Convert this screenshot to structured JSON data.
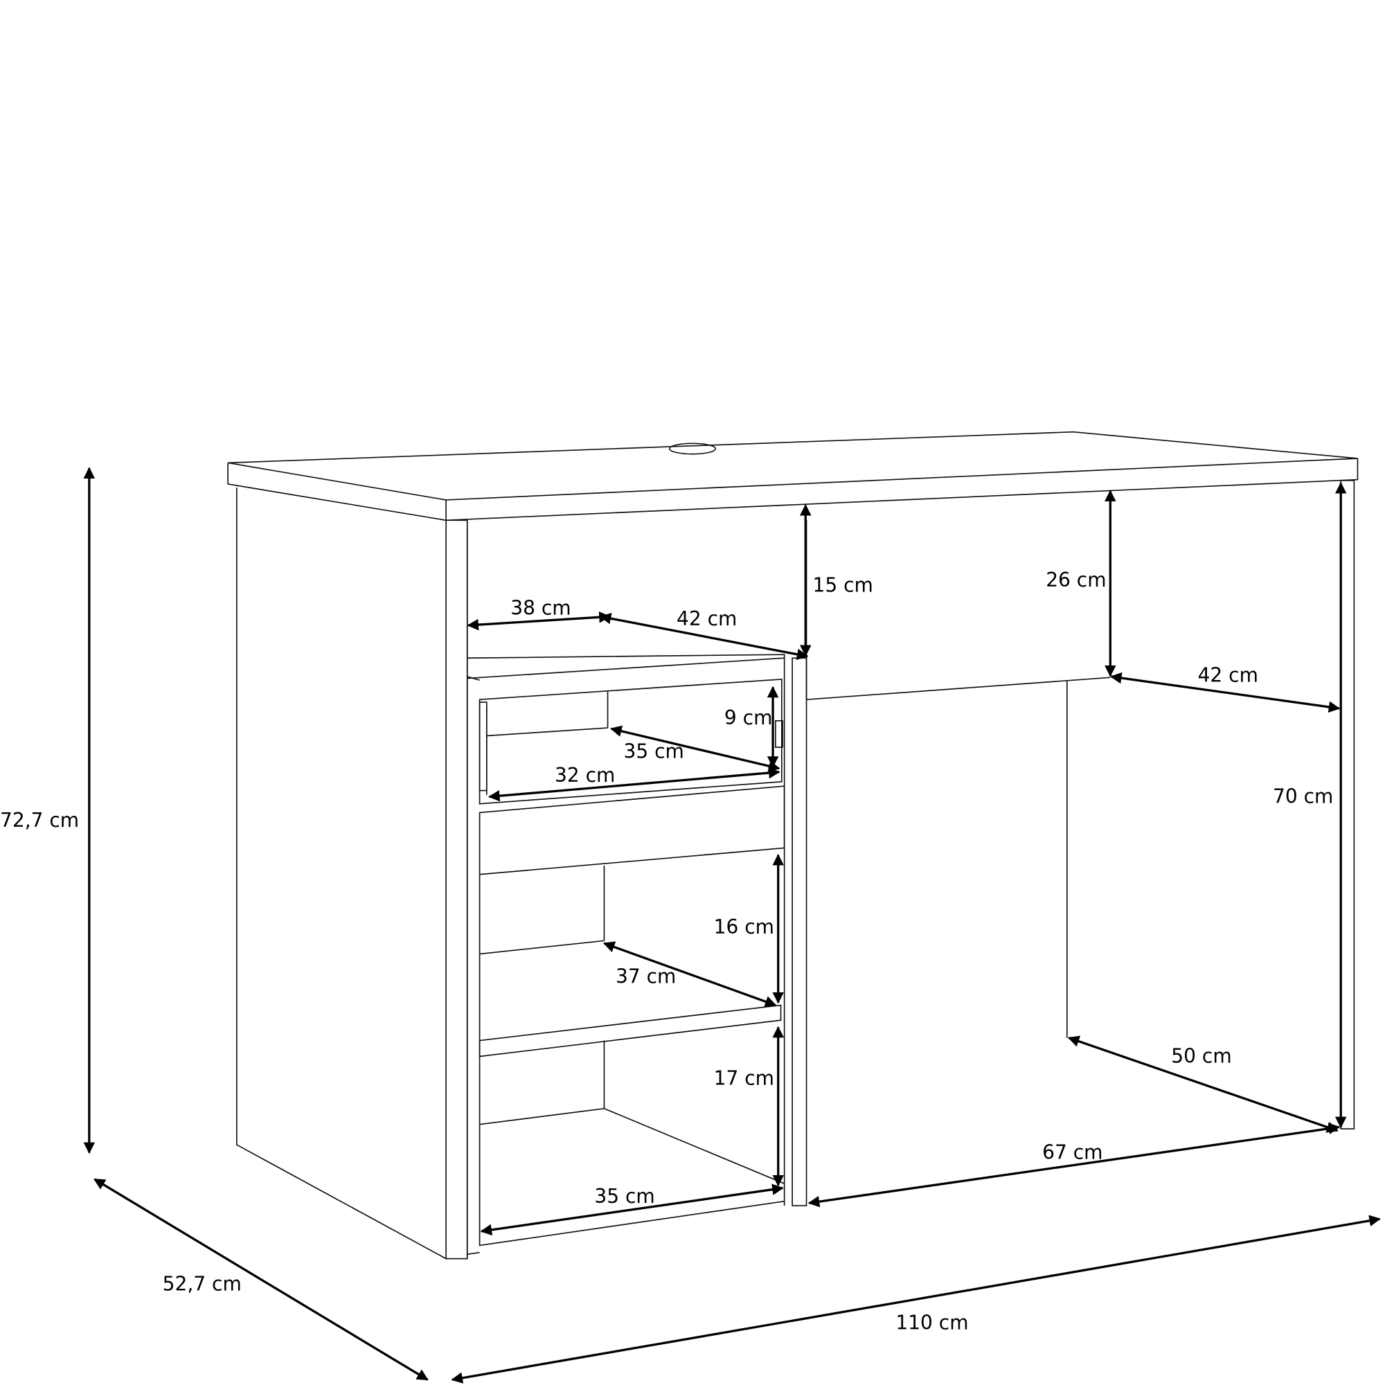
{
  "title": "Desk dimension drawing",
  "dimensions": {
    "total_height": "72,7 cm",
    "total_depth": "52,7 cm",
    "total_width": "110 cm",
    "top_gap_height": "15 cm",
    "modesty_panel_height": "26 cm",
    "top_opening_width": "38 cm",
    "top_opening_depth": "42 cm",
    "knee_depth_top": "42 cm",
    "drawer_height": "9 cm",
    "drawer_depth": "35 cm",
    "drawer_width": "32 cm",
    "middle_shelf_height": "16 cm",
    "middle_shelf_depth": "37 cm",
    "bottom_shelf_height": "17 cm",
    "bottom_shelf_width": "35 cm",
    "knee_depth_bottom": "50 cm",
    "knee_height": "70 cm",
    "knee_width": "67 cm"
  }
}
